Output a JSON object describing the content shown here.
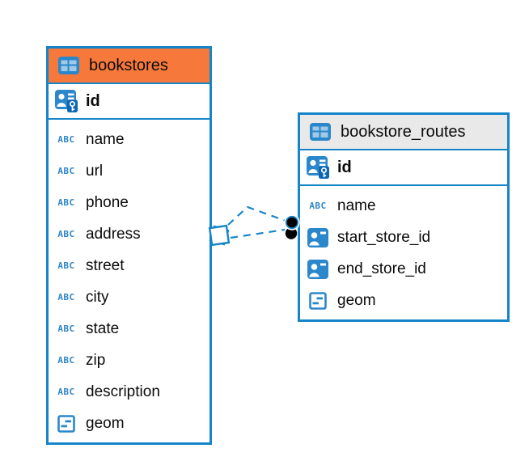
{
  "canvas": {
    "background": "#ffffff"
  },
  "colors": {
    "accent_blue": "#1585C8",
    "icon_blue": "#2B87CB",
    "key_overlay_blue": "#0E66B3",
    "bookstores_header_orange": "#F6793B",
    "routes_header_gray": "#E9E9E9",
    "text_black": "#0B0B0B",
    "endpoint_dot_black": "#000000"
  },
  "icons": {
    "text_type_glyph": "ABC",
    "table_icon": "table-grid-icon",
    "primary_key_icon": "person-card-key-icon",
    "foreign_key_icon": "person-card-icon",
    "geometry_icon": "geometry-square-icon"
  },
  "tables": [
    {
      "name": "bookstores",
      "header_color": "#F6793B",
      "columns": [
        {
          "name": "id",
          "type_icon": "primary-key"
        },
        {
          "name": "name",
          "type_icon": "text"
        },
        {
          "name": "url",
          "type_icon": "text"
        },
        {
          "name": "phone",
          "type_icon": "text"
        },
        {
          "name": "address",
          "type_icon": "text"
        },
        {
          "name": "street",
          "type_icon": "text"
        },
        {
          "name": "city",
          "type_icon": "text"
        },
        {
          "name": "state",
          "type_icon": "text"
        },
        {
          "name": "zip",
          "type_icon": "text"
        },
        {
          "name": "description",
          "type_icon": "text"
        },
        {
          "name": "geom",
          "type_icon": "geometry"
        }
      ]
    },
    {
      "name": "bookstore_routes",
      "header_color": "#E9E9E9",
      "columns": [
        {
          "name": "id",
          "type_icon": "primary-key"
        },
        {
          "name": "name",
          "type_icon": "text"
        },
        {
          "name": "start_store_id",
          "type_icon": "foreign-key"
        },
        {
          "name": "end_store_id",
          "type_icon": "foreign-key"
        },
        {
          "name": "geom",
          "type_icon": "geometry"
        }
      ]
    }
  ],
  "relationships": [
    {
      "from": "bookstores",
      "to": "bookstore_routes",
      "via": "start_store_id",
      "line_style": "dashed"
    },
    {
      "from": "bookstores",
      "to": "bookstore_routes",
      "via": "end_store_id",
      "line_style": "dashed"
    }
  ]
}
